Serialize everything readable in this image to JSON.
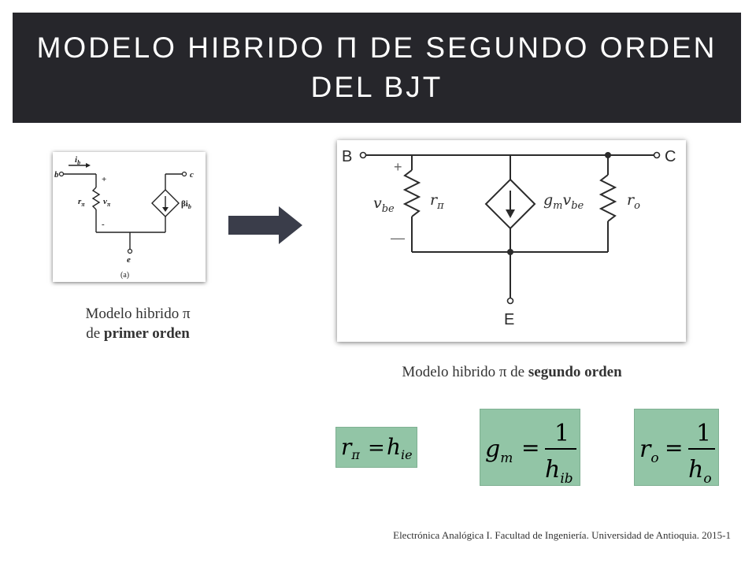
{
  "slide": {
    "title": "MODELO HIBRIDO Π DE SEGUNDO ORDEN DEL BJT",
    "footer": "Electrónica Analógica I.  Facultad de Ingeniería. Universidad de Antioquia.  2015-1"
  },
  "first_order_circuit": {
    "labels": {
      "ib": "i",
      "ib_sub": "b",
      "b": "b",
      "c": "c",
      "plus": "+",
      "minus": "-",
      "rpi": "r",
      "rpi_sub": "π",
      "vpi": "v",
      "vpi_sub": "π",
      "beta": "βi",
      "beta_sub": "b",
      "e": "e",
      "figure": "(a)"
    }
  },
  "second_order_circuit": {
    "labels": {
      "B": "B",
      "C": "C",
      "E": "E",
      "plus": "+",
      "minus": "—",
      "vbe": "v",
      "vbe_sub": "be",
      "rpi": "r",
      "rpi_sub": "π",
      "gm": "g",
      "gm_sub": "m",
      "gm_v": "v",
      "gm_v_sub": "be",
      "ro": "r",
      "ro_sub": "o"
    }
  },
  "captions": {
    "first_order_line1": "Modelo hibrido π",
    "first_order_line2_prefix": "de ",
    "first_order_line2_bold": "primer orden",
    "second_order_prefix": "Modelo hibrido π de ",
    "second_order_bold": "segundo orden"
  },
  "equations": {
    "eq1": {
      "lhs": "r",
      "lhs_sub": "π",
      "equals": "=",
      "rhs": "h",
      "rhs_sub": "ie"
    },
    "eq2": {
      "lhs": "g",
      "lhs_sub": "m",
      "equals": "=",
      "num": "1",
      "den": "h",
      "den_sub": "ib"
    },
    "eq3": {
      "lhs": "r",
      "lhs_sub": "o",
      "equals": "=",
      "num": "1",
      "den": "h",
      "den_sub": "o"
    }
  },
  "colors": {
    "title_bar": "#26262b",
    "equation_bg": "#92c5a6",
    "arrow": "#3a3d4a"
  }
}
